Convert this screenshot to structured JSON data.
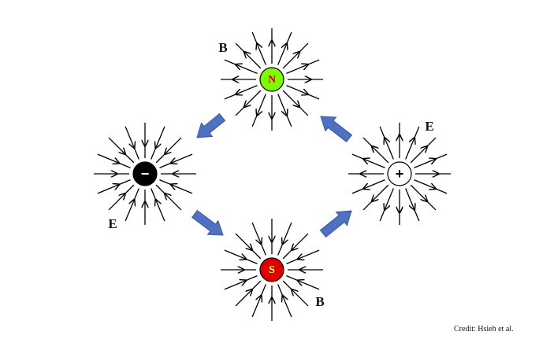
{
  "sources": [
    {
      "id": "north",
      "letter": "N",
      "field_label": "B",
      "field_direction": "outward",
      "fill_color": "#7CFC00",
      "letter_color": "#cc0000",
      "label_side": "top-left"
    },
    {
      "id": "negative",
      "letter": "−",
      "field_label": "E",
      "field_direction": "inward",
      "fill_color": "#000000",
      "letter_color": "#ffffff",
      "label_side": "bottom-left"
    },
    {
      "id": "positive",
      "letter": "+",
      "field_label": "E",
      "field_direction": "outward",
      "fill_color": "#ffffff",
      "letter_color": "#000000",
      "label_side": "top-right"
    },
    {
      "id": "south",
      "letter": "S",
      "field_label": "B",
      "field_direction": "inward",
      "fill_color": "#dd0000",
      "letter_color": "#ffff33",
      "label_side": "bottom-right"
    }
  ],
  "cycle_arrows": [
    {
      "id": "north-to-negative",
      "from": "north",
      "to": "negative"
    },
    {
      "id": "negative-to-south",
      "from": "negative",
      "to": "south"
    },
    {
      "id": "south-to-positive",
      "from": "south",
      "to": "positive"
    },
    {
      "id": "positive-to-north",
      "from": "positive",
      "to": "north"
    }
  ],
  "colors": {
    "cycle_arrow": "#4F71C3",
    "cycle_arrow_edge": "#3a5597",
    "field_line": "#000000"
  },
  "credit": "Credit: Hsieh et al."
}
